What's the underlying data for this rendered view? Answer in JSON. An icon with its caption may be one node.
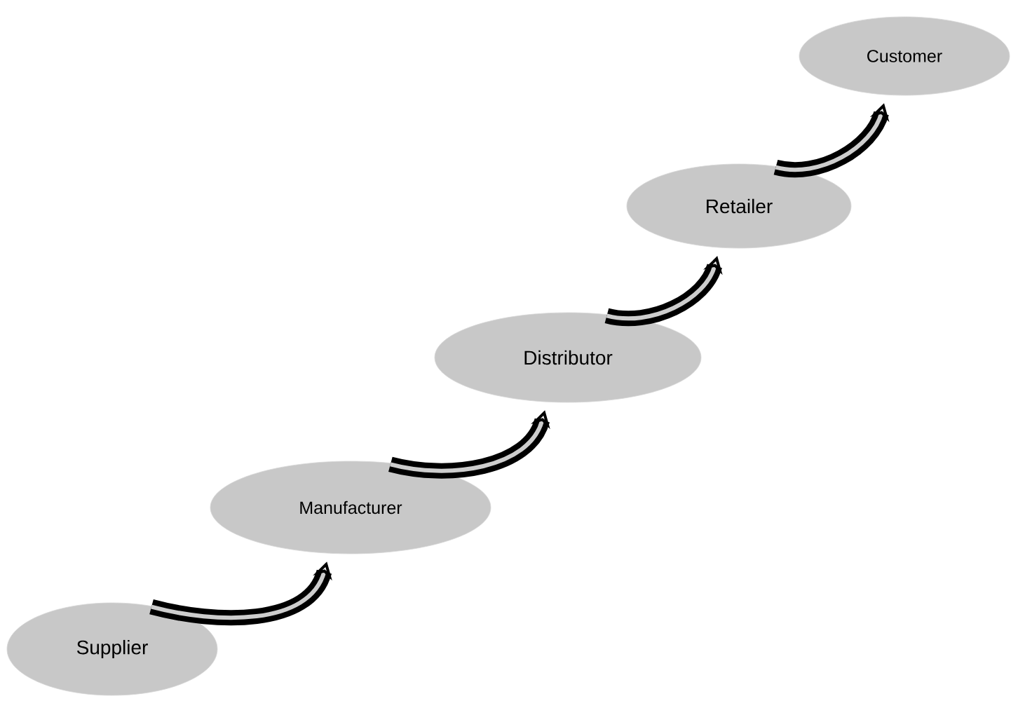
{
  "diagram": {
    "nodes": [
      {
        "text": [
          "Supplier"
        ]
      },
      {
        "text": [
          "Manufacturer"
        ]
      },
      {
        "text": [
          "Distributor"
        ]
      },
      {
        "text": [
          "Retailer"
        ]
      },
      {
        "text": [
          "Customer"
        ]
      }
    ],
    "edges": [
      {
        "from": 0,
        "to": 1,
        "arrow": "to"
      },
      {
        "from": 1,
        "to": 2,
        "arrow": "to"
      },
      {
        "from": 2,
        "to": 3,
        "arrow": "to"
      },
      {
        "from": 3,
        "to": 4,
        "arrow": "to"
      }
    ]
  }
}
